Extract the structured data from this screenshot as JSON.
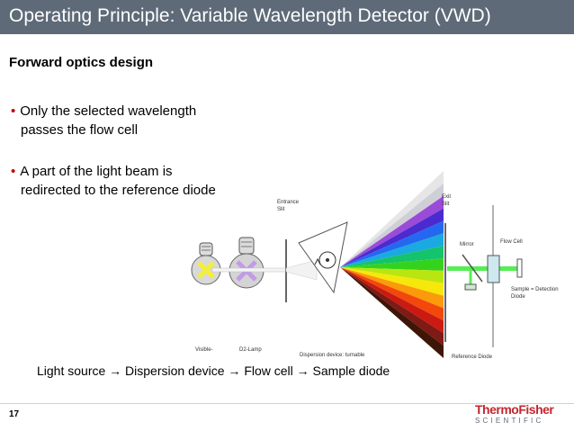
{
  "title": "Operating Principle: Variable Wavelength Detector (VWD)",
  "subtitle": "Forward optics design",
  "bullets": [
    {
      "marker": "•",
      "line1": "Only the selected wavelength",
      "line2": "passes the flow cell"
    },
    {
      "marker": "•",
      "line1": "A part of the light beam is",
      "line2": "redirected to the reference diode"
    }
  ],
  "diagram_labels": {
    "entrance_slit_1": "Entrance",
    "entrance_slit_2": "Slit",
    "exit_slit_1": "Exit",
    "exit_slit_2": "Slit",
    "mirror": "Mirror",
    "flow_cell": "Flow Cell",
    "sample_diode_1": "Sample = Detection",
    "sample_diode_2": "Diode",
    "visible_lamp": "Visible-",
    "d2_lamp": "D2-Lamp",
    "dispersion_device": "Dispersion device: turnable",
    "reference_diode": "Reference Diode"
  },
  "flow": "Light source → Dispersion device → Flow cell → Sample diode",
  "page_number": "17",
  "brand": {
    "line1": "ThermoFisher",
    "line2": "SCIENTIFIC"
  },
  "colors": {
    "title_bar": "#5e6a78",
    "bullet": "#c00000",
    "brand_red": "#c4262e",
    "beam": "#55ee55",
    "spectrum": [
      "#e6e6e6",
      "#cfcfd8",
      "#9a4bd8",
      "#4a2bd0",
      "#2468f0",
      "#1aa9e0",
      "#14c36b",
      "#35d21d",
      "#b9e610",
      "#f6e80a",
      "#fb9a0a",
      "#f2480c",
      "#ca1a12",
      "#7f1a14",
      "#3e1608"
    ]
  }
}
